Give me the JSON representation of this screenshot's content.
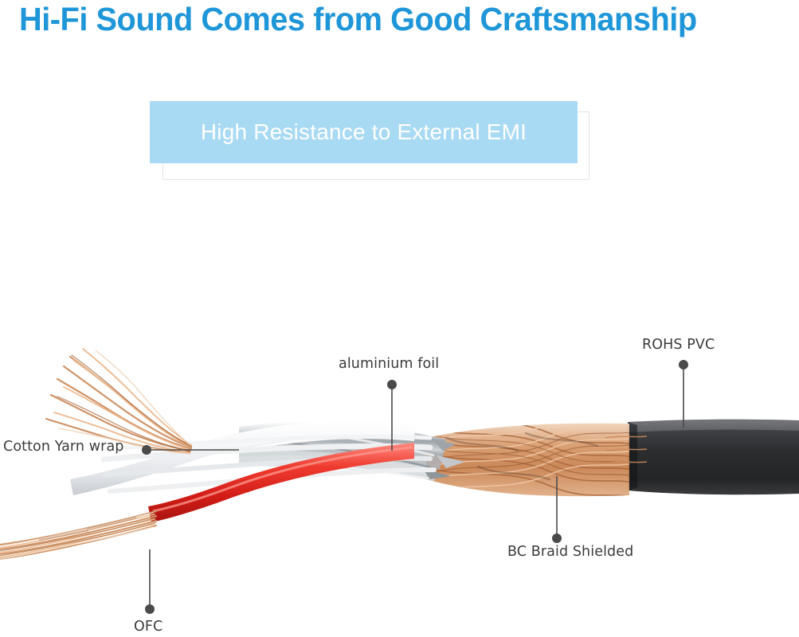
{
  "headline": {
    "text": "Hi-Fi Sound Comes from Good Craftsmanship",
    "color": "#1e96d8"
  },
  "banner": {
    "text": "High Resistance to External EMI",
    "fill_color": "#a9daf4",
    "text_color": "#ffffff",
    "outline_color": "#dfe3e6"
  },
  "diagram": {
    "title": "audio cable cutaway cross-section",
    "labels": [
      {
        "id": "cotton-yarn-wrap",
        "text": "Cotton Yarn wrap"
      },
      {
        "id": "aluminium-foil",
        "text": "aluminium foil"
      },
      {
        "id": "rohs-pvc",
        "text": "ROHS PVC"
      },
      {
        "id": "bc-braid-shielded",
        "text": "BC Braid Shielded"
      },
      {
        "id": "ofc",
        "text": "OFC"
      }
    ],
    "materials": {
      "copper": "#c98a5e",
      "copper_light": "#e6b894",
      "foil_silver": "#bcc2c6",
      "jacket_black": "#2e2f31",
      "wire_red": "#e02a23",
      "wire_white": "#f2f3f5",
      "leader_line": "#4a4a4a"
    }
  }
}
